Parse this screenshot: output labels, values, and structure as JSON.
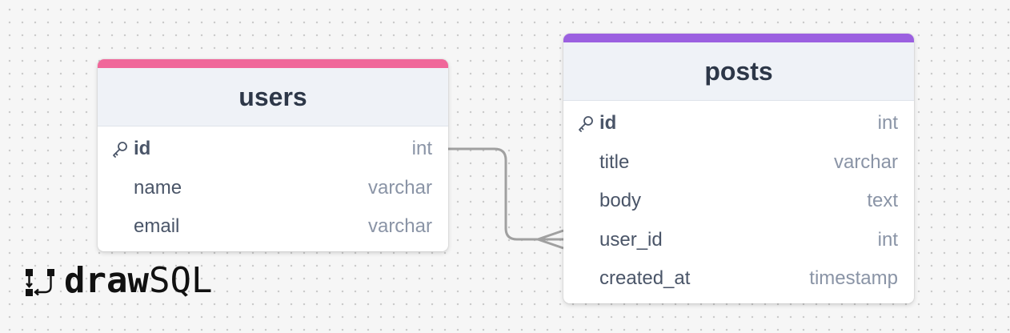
{
  "tables": [
    {
      "name": "users",
      "accent": "#f0679a",
      "columns": [
        {
          "name": "id",
          "type": "int",
          "primary_key": true
        },
        {
          "name": "name",
          "type": "varchar",
          "primary_key": false
        },
        {
          "name": "email",
          "type": "varchar",
          "primary_key": false
        }
      ]
    },
    {
      "name": "posts",
      "accent": "#9b60e0",
      "columns": [
        {
          "name": "id",
          "type": "int",
          "primary_key": true
        },
        {
          "name": "title",
          "type": "varchar",
          "primary_key": false
        },
        {
          "name": "body",
          "type": "text",
          "primary_key": false
        },
        {
          "name": "user_id",
          "type": "int",
          "primary_key": false
        },
        {
          "name": "created_at",
          "type": "timestamp",
          "primary_key": false
        }
      ]
    }
  ],
  "relationship": {
    "from": "users.id",
    "to": "posts.user_id",
    "cardinality": "one-to-many"
  },
  "brand": {
    "part1": "draw",
    "part2": "SQL"
  },
  "icons": {
    "primary_key": "key-icon",
    "logo": "drawsql-logo-icon"
  }
}
